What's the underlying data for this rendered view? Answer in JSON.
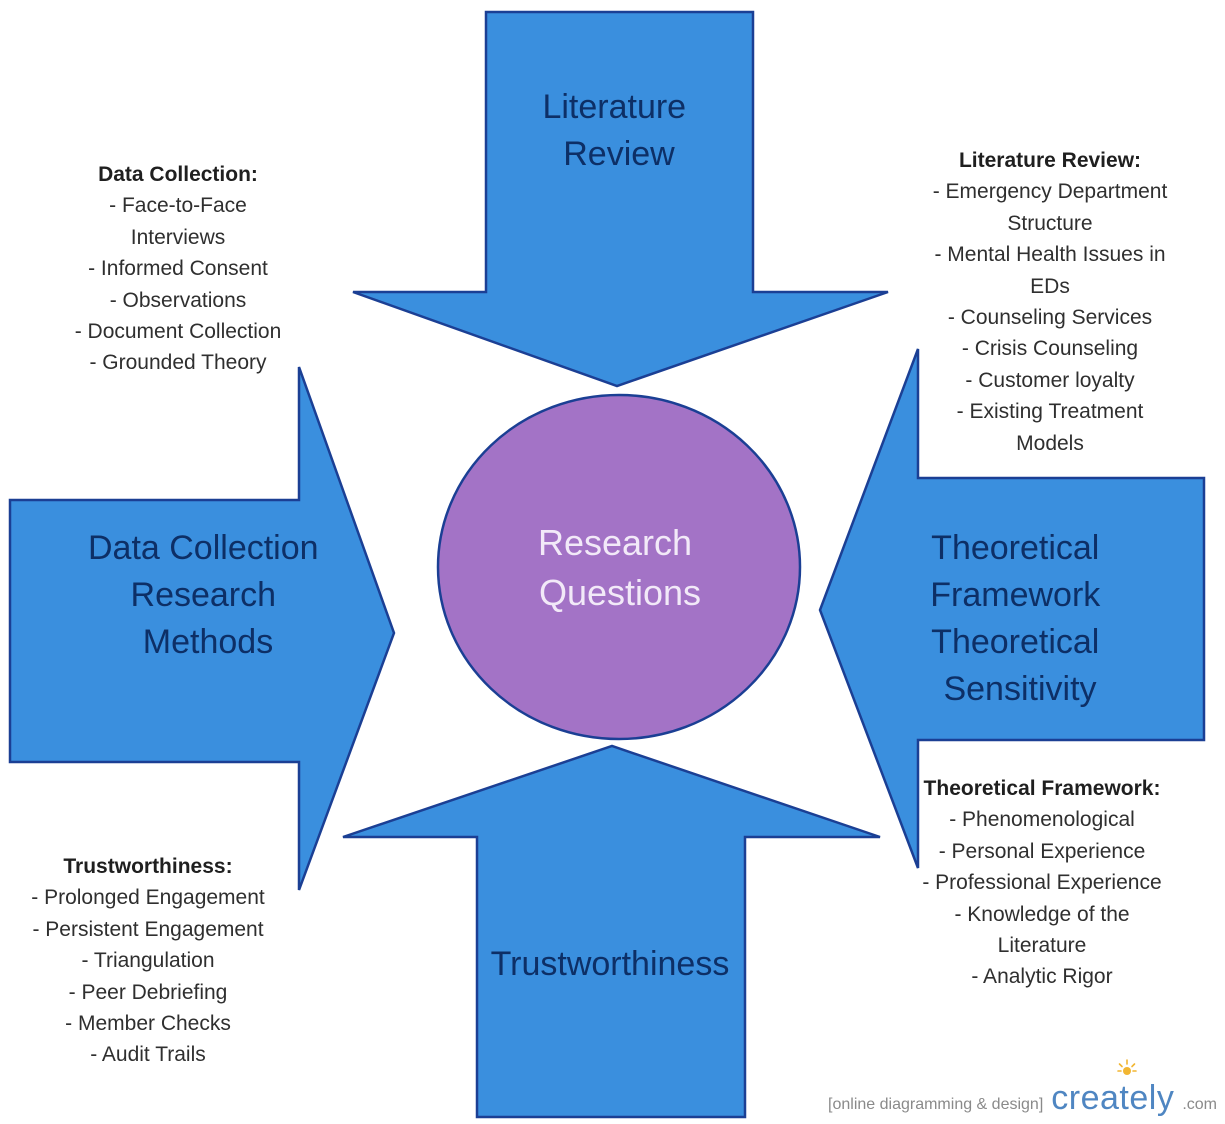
{
  "diagram": {
    "center": [
      "Research",
      "Questions"
    ],
    "arrows": {
      "top": [
        "Literature",
        "Review"
      ],
      "left": [
        "Data Collection",
        "Research",
        "Methods"
      ],
      "right": [
        "Theoretical",
        "Framework",
        "Theoretical",
        "Sensitivity"
      ],
      "bottom": [
        "Trustworthiness"
      ]
    },
    "colors": {
      "arrow_fill": "#3a8fde",
      "arrow_stroke": "#1b3f94",
      "circle_fill": "#a373c6",
      "label_text": "#0d2f66",
      "center_text": "#f2e9f8"
    }
  },
  "notes": {
    "data_collection": {
      "title": "Data Collection:",
      "items": [
        "- Face-to-Face",
        "Interviews",
        "- Informed Consent",
        "- Observations",
        "- Document Collection",
        "- Grounded Theory"
      ]
    },
    "literature_review": {
      "title": "Literature Review:",
      "items": [
        "- Emergency Department",
        "Structure",
        "- Mental Health Issues in",
        "EDs",
        "- Counseling Services",
        "- Crisis Counseling",
        "- Customer loyalty",
        "- Existing Treatment",
        "Models"
      ]
    },
    "trustworthiness": {
      "title": "Trustworthiness:",
      "items": [
        "- Prolonged Engagement",
        "- Persistent Engagement",
        "- Triangulation",
        "- Peer Debriefing",
        "- Member Checks",
        "- Audit Trails"
      ]
    },
    "theoretical_framework": {
      "title": "Theoretical Framework:",
      "items": [
        "- Phenomenological",
        "- Personal Experience",
        "- Professional Experience",
        "- Knowledge of the",
        "Literature",
        "- Analytic Rigor"
      ]
    }
  },
  "watermark": {
    "tagline": "[online diagramming & design]",
    "logo": "creately",
    "suffix": ".com"
  }
}
